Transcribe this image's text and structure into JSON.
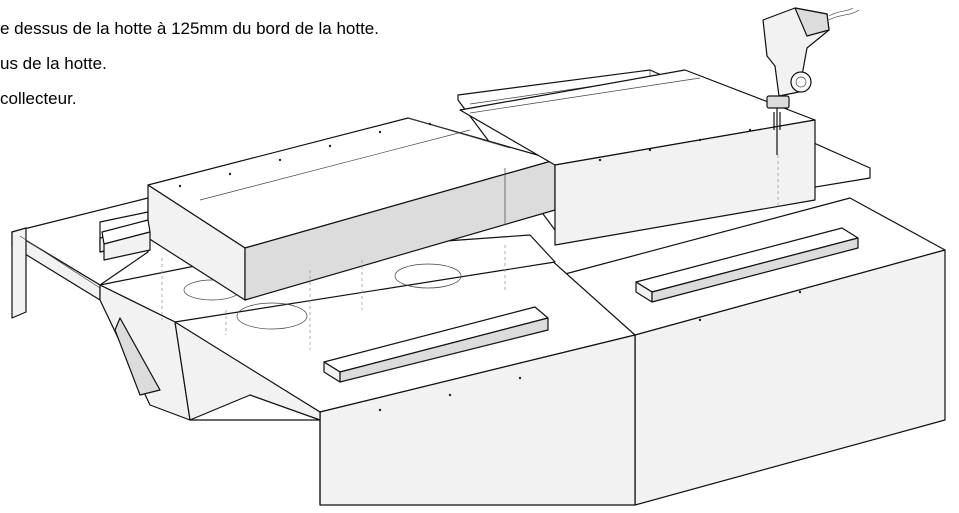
{
  "instructions": [
    "e dessus de la hotte à 125mm du bord de la hotte.",
    "us de la hotte.",
    "collecteur."
  ],
  "icons": {
    "drill": "power-drill-icon"
  }
}
